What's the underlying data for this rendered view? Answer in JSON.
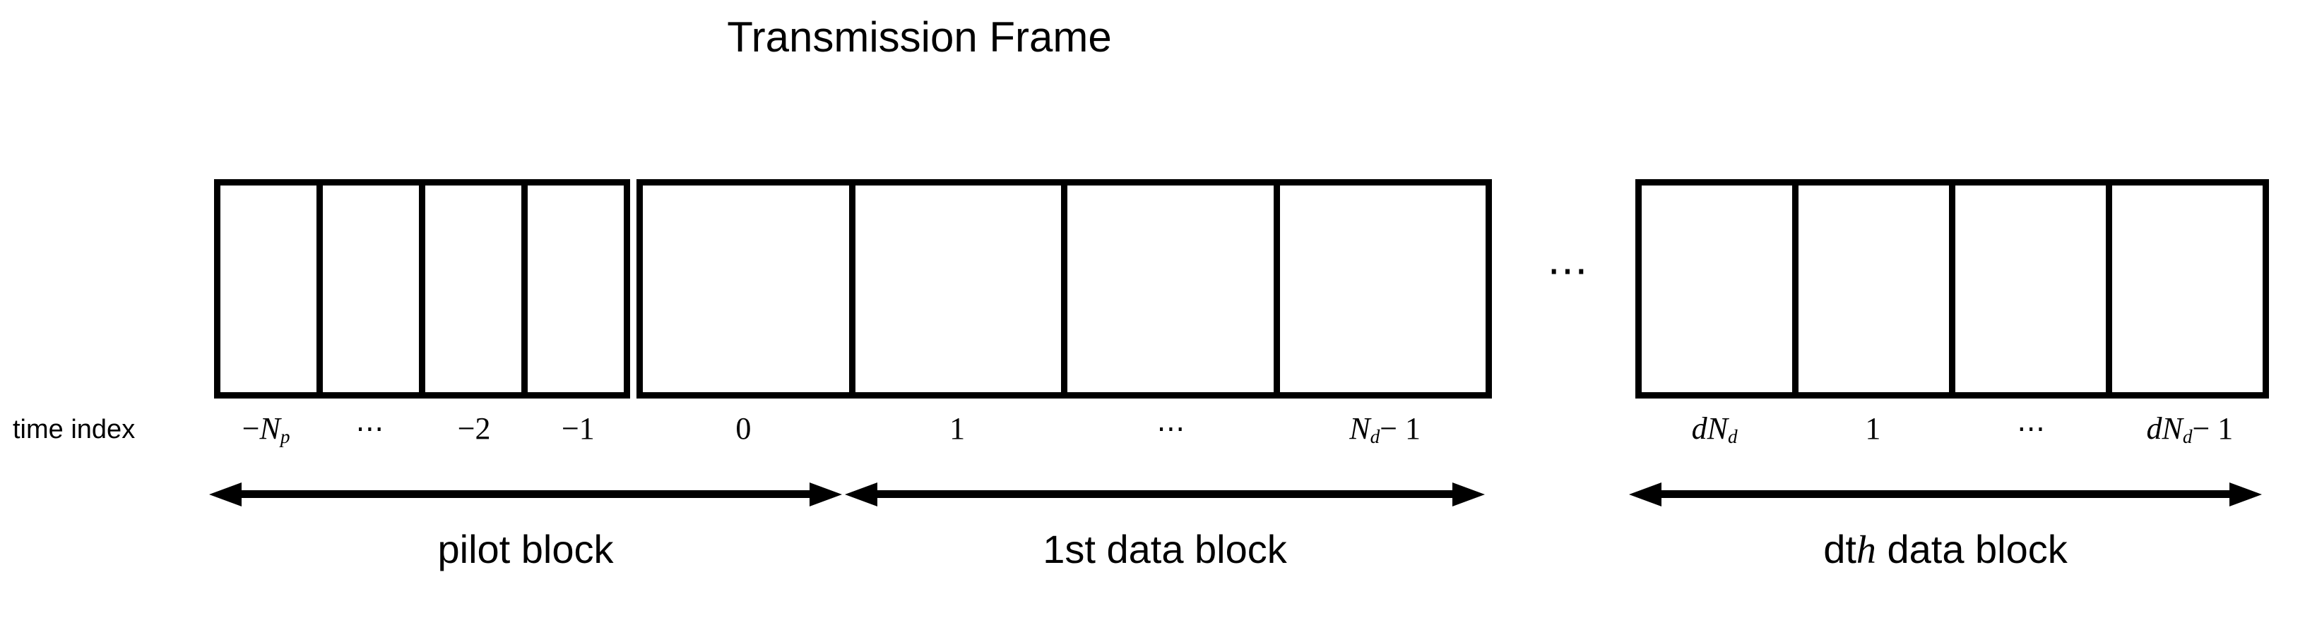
{
  "title": "Transmission Frame",
  "time_index_label": "time index",
  "gap_ellipsis": "⋯",
  "groups": [
    {
      "id": "pilot",
      "caption": "pilot block",
      "cells": 4,
      "indices": [
        {
          "prefix": "−",
          "var": "N",
          "sub": "p",
          "suffix": ""
        },
        {
          "text": "⋯"
        },
        {
          "text": "−2"
        },
        {
          "text": "−1"
        }
      ]
    },
    {
      "id": "data-1",
      "caption": "1st data block",
      "cells": 4,
      "indices": [
        {
          "text": "0"
        },
        {
          "text": "1"
        },
        {
          "text": "⋯"
        },
        {
          "prefix": "",
          "var": "N",
          "sub": "d",
          "suffix": " − 1"
        }
      ]
    },
    {
      "id": "data-d",
      "caption": "dth data block",
      "caption_prefix": "dt",
      "caption_italic": "h",
      "caption_suffix": " data block",
      "cells": 4,
      "indices": [
        {
          "prefix": "d",
          "var": "N",
          "sub": "d",
          "suffix": ""
        },
        {
          "text": "1"
        },
        {
          "text": "⋯"
        },
        {
          "prefix": "d",
          "var": "N",
          "sub": "d",
          "suffix": " − 1"
        }
      ]
    }
  ],
  "colors": {
    "ink": "#000000",
    "background": "#ffffff"
  }
}
